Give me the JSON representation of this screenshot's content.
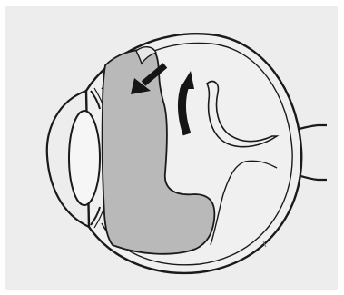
{
  "diagram": {
    "panel_color": "#ededed",
    "outline_color": "#1a1a1a",
    "fluid_fill_color": "#b9b9b9",
    "arrow_color": "#151515",
    "parts": [
      "eyeball",
      "cornea",
      "iris",
      "lens",
      "vitreous-fluid-region",
      "retina",
      "retinal-tear-flap",
      "detached-retina-flap",
      "optic-nerve",
      "flow-arrow-down-left",
      "flow-arrow-up"
    ]
  }
}
